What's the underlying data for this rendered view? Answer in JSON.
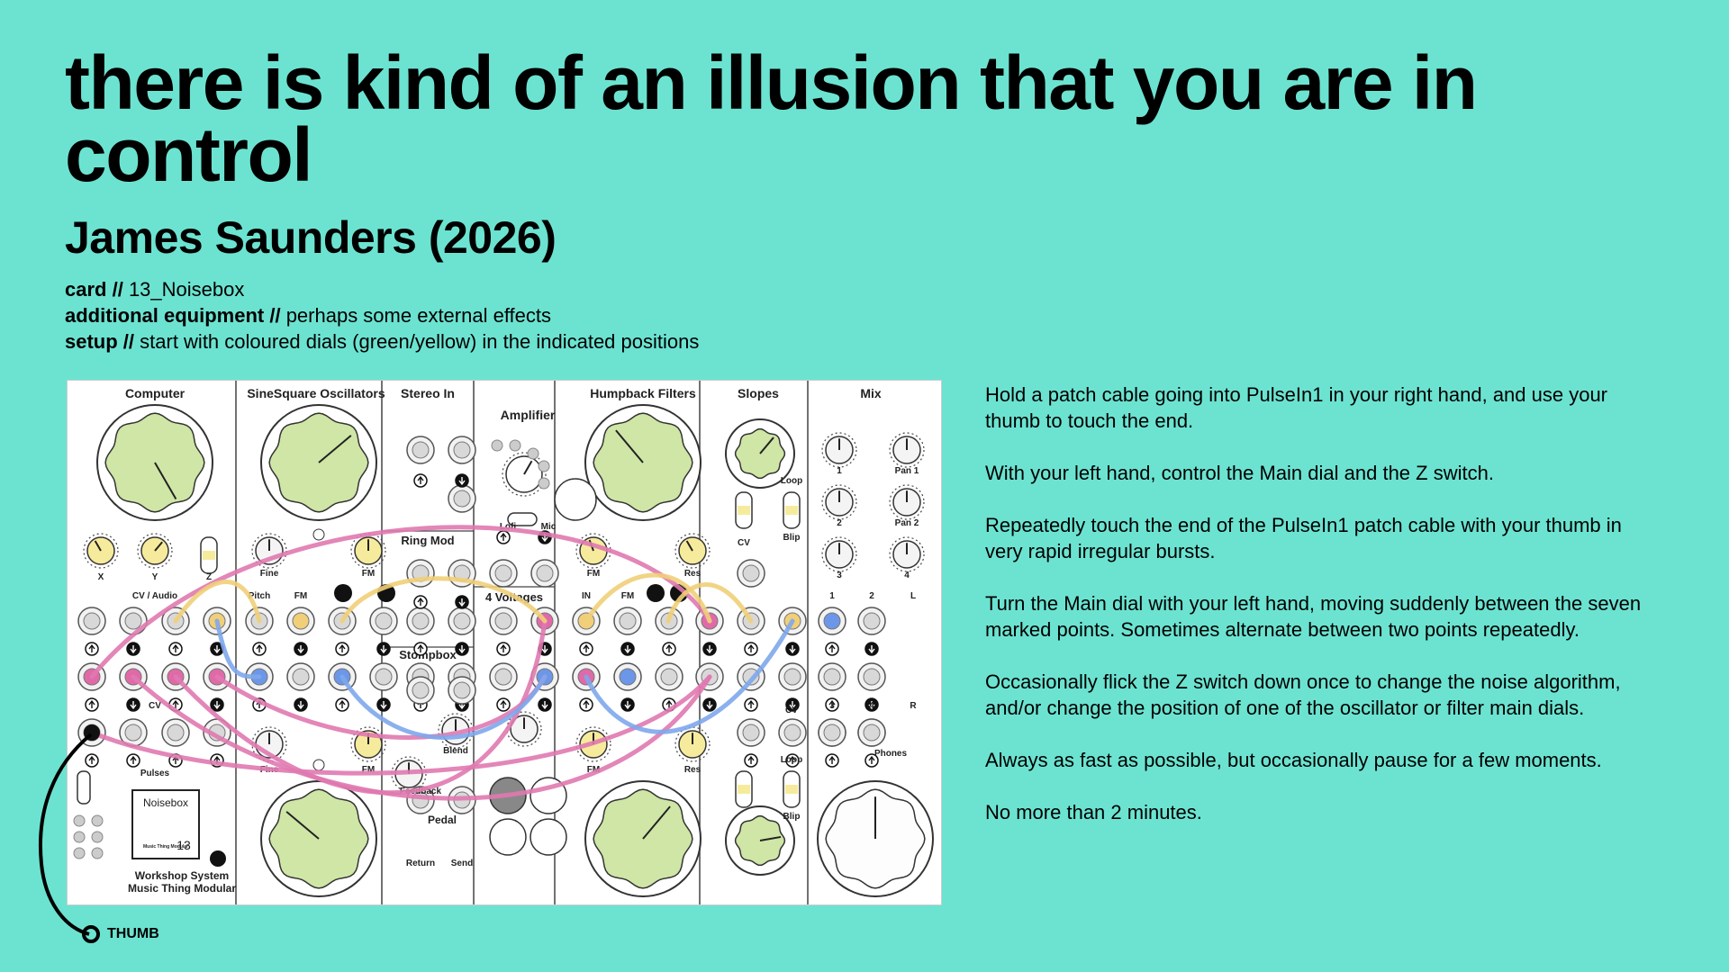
{
  "title": "there is kind of an illusion that you are in control",
  "subtitle": "James Saunders (2026)",
  "meta": {
    "card_label": "card //",
    "card_value": "13_Noisebox",
    "equipment_label": "additional equipment //",
    "equipment_value": "perhaps some external effects",
    "setup_label": "setup //",
    "setup_value": "start with coloured dials (green/yellow) in the indicated positions"
  },
  "instructions": [
    "Hold a patch cable going into PulseIn1 in your right hand, and use your thumb to touch the end.",
    "With your left hand, control the Main dial and the Z switch.",
    "Repeatedly touch the end of the PulseIn1 patch cable with your thumb in very rapid irregular bursts.",
    "Turn the Main dial with your left hand, moving suddenly between the seven marked points. Sometimes alternate between two points repeatedly.",
    "Occasionally flick the Z switch down once to change the noise algorithm, and/or change the position of one of the oscillator or filter main dials.",
    "Always as fast as possible, but occasionally pause for a few moments.",
    "No more than 2 minutes."
  ],
  "thumb_label": "THUMB",
  "panel": {
    "sections": {
      "computer": "Computer",
      "osc": "SineSquare Oscillators",
      "stereo_in": "Stereo In",
      "amplifier": "Amplifier",
      "filters": "Humpback Filters",
      "slopes": "Slopes",
      "mix": "Mix",
      "ring_mod": "Ring Mod",
      "four_voltages": "4 Voltages",
      "stompbox": "Stompbox",
      "pedal": "Pedal"
    },
    "labels": {
      "x": "X",
      "y": "Y",
      "z": "Z",
      "cv_audio": "CV / Audio",
      "cv": "CV",
      "pulses": "Pulses",
      "fine": "Fine",
      "fm": "FM",
      "pitch": "Pitch",
      "lofi": "Lofi",
      "mic": "Mic",
      "in": "IN",
      "res": "Res",
      "loop": "Loop",
      "blip": "Blip",
      "one": "1",
      "two": "2",
      "three": "3",
      "four": "4",
      "pan1": "Pan 1",
      "pan2": "Pan 2",
      "l": "L",
      "r": "R",
      "phones": "Phones",
      "blend": "Blend",
      "feedback": "Feedback",
      "return": "Return",
      "send": "Send"
    },
    "card": {
      "name": "Noisebox",
      "number": "13",
      "maker_small": "Music Thing Modular"
    },
    "brand_line1": "Workshop System",
    "brand_line2": "Music Thing Modular"
  },
  "colors": {
    "background": "#6ce3d1",
    "dial_green": "#cfe6a6",
    "dial_yellow": "#f6eb9c",
    "cable_pink": "#e079b0",
    "cable_yellow": "#f0cf78",
    "cable_blue": "#7ea7ec",
    "jack_pink": "#e06aa8",
    "jack_blue": "#6c97e8"
  }
}
